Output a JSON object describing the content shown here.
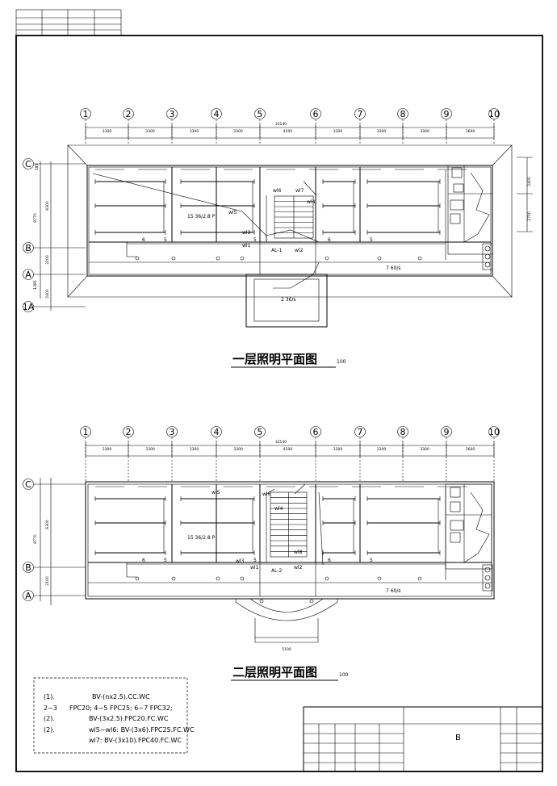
{
  "floor1": {
    "title": "一层照明平面图",
    "scale": "100",
    "total_dim": "33140",
    "grid_labels": [
      "1",
      "2",
      "3",
      "4",
      "5",
      "6",
      "7",
      "8",
      "9",
      "10"
    ],
    "bay_dims": [
      "3300",
      "3300",
      "3300",
      "3300",
      "4200",
      "3300",
      "3300",
      "3300",
      "3600"
    ],
    "row_labels": [
      "C",
      "B",
      "A",
      "1A"
    ],
    "left_dims": [
      "185",
      "6300",
      "8770",
      "2100",
      "1385",
      "2400"
    ],
    "right_dims": [
      "2400",
      "2700"
    ],
    "room_labels": [
      "6",
      "5",
      "5",
      "6",
      "5"
    ],
    "circuit_labels": [
      "wl5",
      "wl6",
      "wl7",
      "wl4",
      "wl1",
      "wl2",
      "wl3"
    ],
    "panel_label": "AL-1",
    "fixture_notes": [
      "15 36/2.8 P",
      "7 60/s",
      "2 36/s"
    ]
  },
  "floor2": {
    "title": "二层照明平面图",
    "scale": "100",
    "total_dim": "33140",
    "grid_labels": [
      "1",
      "2",
      "3",
      "4",
      "5",
      "6",
      "7",
      "8",
      "9",
      "10"
    ],
    "bay_dims": [
      "3300",
      "3300",
      "3300",
      "3300",
      "4200",
      "3300",
      "3300",
      "3300",
      "3600"
    ],
    "row_labels": [
      "C",
      "B",
      "A"
    ],
    "left_dims": [
      "6300",
      "8770",
      "2100"
    ],
    "room_labels": [
      "6",
      "5",
      "5",
      "6",
      "5"
    ],
    "circuit_labels": [
      "wl5",
      "wl6",
      "wl4",
      "wl8",
      "wl1",
      "wl2",
      "wl3"
    ],
    "panel_label": "AL-2",
    "fixture_notes": [
      "15 36/2.8 P",
      "7 60/s"
    ],
    "bottom_dim": "5100"
  },
  "notes": [
    {
      "label": "(1).",
      "text": "BV-(nx2.5).CC.WC"
    },
    {
      "label": "2~3",
      "text": "FPC20; 4~5  FPC25; 6~7  FPC32;"
    },
    {
      "label": "(2).",
      "text": "BV-(3x2.5).FPC20.FC.WC"
    },
    {
      "label": "(2).",
      "text": "wl5~wl6: BV-(3x6).FPC25.FC.WC"
    },
    {
      "label": "",
      "text": "wl7: BV-(3x10).FPC40.FC.WC"
    }
  ],
  "title_block": {
    "sheet": "B"
  }
}
